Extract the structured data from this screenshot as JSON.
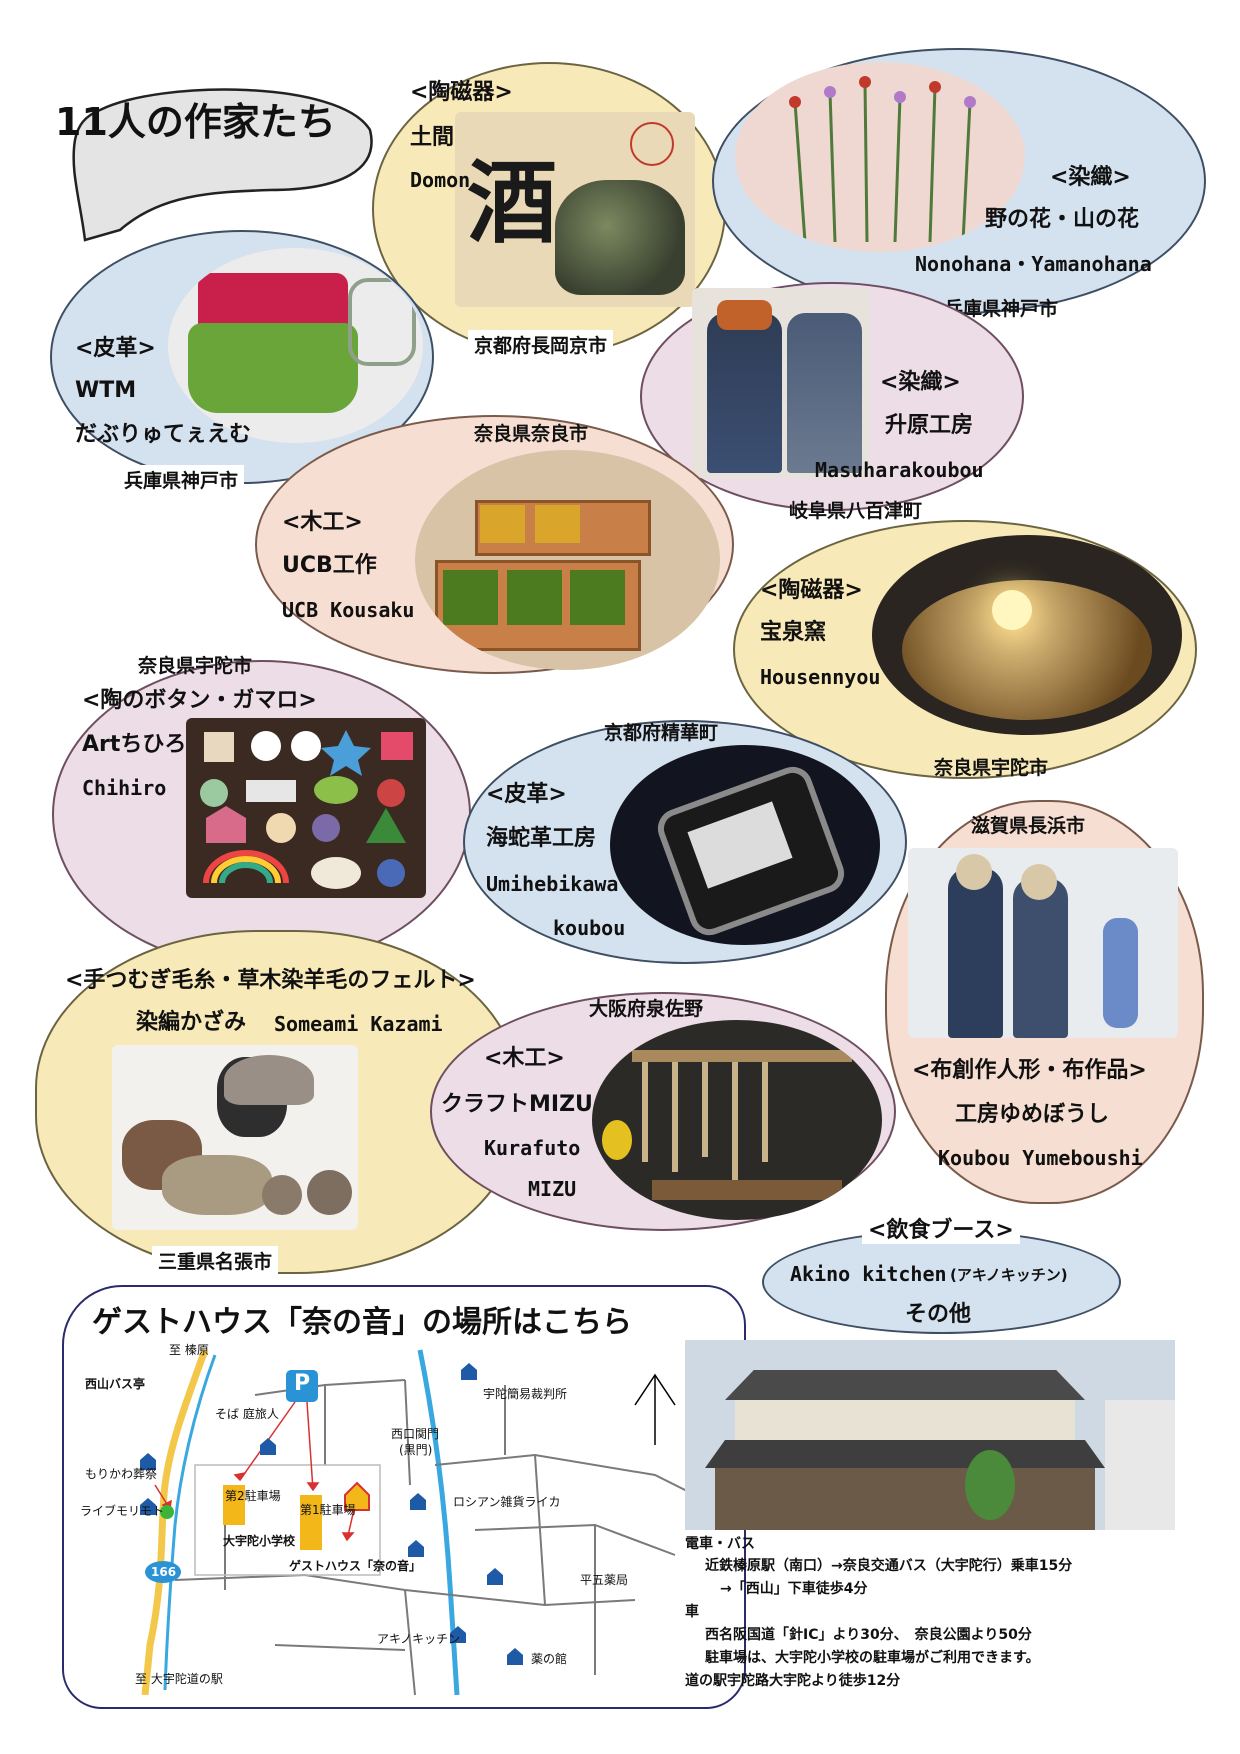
{
  "header": {
    "title": "11人の作家たち"
  },
  "artists": {
    "domon": {
      "category": "<陶磁器>",
      "name_ja": "土間",
      "name_en": "Domon",
      "location": "京都府長岡京市"
    },
    "nonohana": {
      "category": "<染織>",
      "name_ja": "野の花・山の花",
      "name_en": "Nonohana・Yamanohana",
      "location": "兵庫県神戸市"
    },
    "wtm": {
      "category": "<皮革>",
      "name_ja": "WTM",
      "name_en": "だぶりゅてぇえむ",
      "location": "兵庫県神戸市"
    },
    "masuhara": {
      "category": "<染織>",
      "name_ja": "升原工房",
      "name_en": "Masuharakoubou",
      "location": "岐阜県八百津町"
    },
    "ucb": {
      "category": "<木工>",
      "name_ja": "UCB工作",
      "name_en": "UCB Kousaku",
      "location": "奈良県奈良市"
    },
    "housen": {
      "category": "<陶磁器>",
      "name_ja": "宝泉窯",
      "name_en": "Housennyou",
      "location": "奈良県宇陀市"
    },
    "chihiro": {
      "category": "<陶のボタン・ガマロ>",
      "name_ja": "Artちひろ",
      "name_en": "Chihiro",
      "location": "奈良県宇陀市"
    },
    "umihebi": {
      "category": "<皮革>",
      "name_ja": "海蛇革工房",
      "name_en_1": "Umihebikawa",
      "name_en_2": "koubou",
      "location": "京都府精華町"
    },
    "yumeboushi": {
      "category": "<布創作人形・布作品>",
      "name_ja": "工房ゆめぼうし",
      "name_en": "Koubou Yumeboushi",
      "location": "滋賀県長浜市"
    },
    "someami": {
      "category": "<手つむぎ毛糸・草木染羊毛のフェルト>",
      "name_ja": "染編かざみ",
      "name_en": "Someami Kazami",
      "location": "三重県名張市"
    },
    "mizu": {
      "category": "<木工>",
      "name_ja": "クラフトMIZU",
      "name_en_1": "Kurafuto",
      "name_en_2": "MIZU",
      "location": "大阪府泉佐野"
    }
  },
  "food": {
    "title": "<飲食ブース>",
    "line1": "Akino kitchen",
    "line1_small": "(アキノキッチン)",
    "line2": "その他"
  },
  "map_section": {
    "title": "ゲストハウス「奈の音」の場所はこちら",
    "labels": {
      "to_haibara": "至 榛原",
      "nishiyama_bus": "西山バス亭",
      "soba": "そば 庭旅人",
      "uda_court": "宇陀簡易裁判所",
      "nishiguchi": "西口関門",
      "kuromon": "(黒門)",
      "morikawa": "もりかわ葬祭",
      "parking2": "第2駐車場",
      "parking1": "第1駐車場",
      "russian": "ロシアン雑貨ライカ",
      "livemori": "ライブモリモト",
      "school": "大宇陀小学校",
      "guesthouse": "ゲストハウス「奈の音」",
      "route": "166",
      "hirago": "平五薬局",
      "akino": "アキノキッチン",
      "kusuri": "薬の館",
      "to_michinoeki": "至 大宇陀道の駅",
      "parking_mark": "P"
    }
  },
  "access": {
    "train_head": "電車・バス",
    "train_1": "近鉄榛原駅（南口）→奈良交通バス（大宇陀行）乗車15分",
    "train_2": "→「西山」下車徒歩4分",
    "car_head": "車",
    "car_1": "西名阪国道「針IC」より30分、　奈良公園より50分",
    "car_2": "駐車場は、大宇陀小学校の駐車場がご利用できます。",
    "walk": "道の駅宇陀路大宇陀より徒歩12分"
  }
}
